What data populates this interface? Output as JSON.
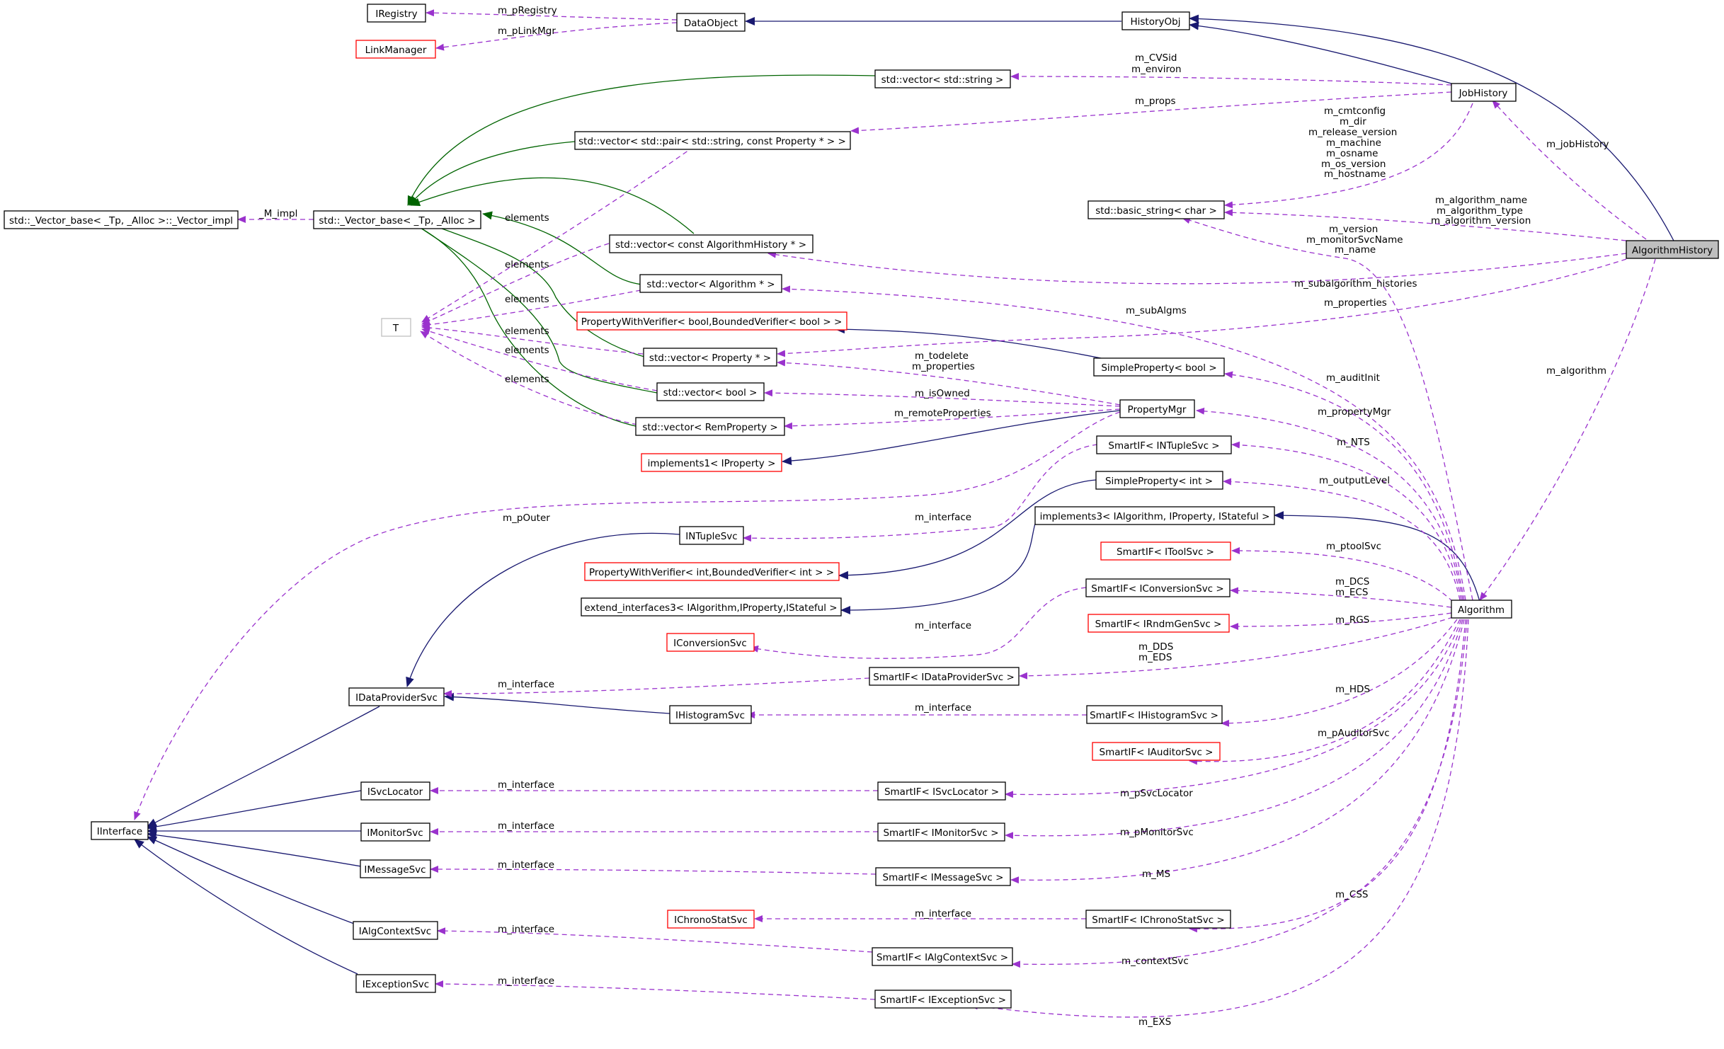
{
  "diagram": {
    "colors": {
      "inheritance": "#191970",
      "template": "#006400",
      "usage": "#9a32cd",
      "missing_class_border": "#ff0000",
      "template_param_border": "#bfbfbf",
      "focus_fill": "#bfbfbf"
    },
    "nodes": [
      {
        "id": "IRegistry",
        "label": "IRegistry"
      },
      {
        "id": "LinkManager",
        "label": "LinkManager"
      },
      {
        "id": "DataObject",
        "label": "DataObject"
      },
      {
        "id": "HistoryObj",
        "label": "HistoryObj"
      },
      {
        "id": "VecString",
        "label": "std::vector< std::string >"
      },
      {
        "id": "JobHistory",
        "label": "JobHistory"
      },
      {
        "id": "VecPair",
        "label": "std::vector< std::pair< std::string, const Property * > >"
      },
      {
        "id": "BasicString",
        "label": "std::basic_string< char >"
      },
      {
        "id": "VectorImpl",
        "label": "std::_Vector_base< _Tp, _Alloc >::_Vector_impl"
      },
      {
        "id": "VectorBase",
        "label": "std::_Vector_base< _Tp, _Alloc >"
      },
      {
        "id": "VecAlgHist",
        "label": "std::vector< const AlgorithmHistory * >"
      },
      {
        "id": "AlgorithmHistory",
        "label": "AlgorithmHistory"
      },
      {
        "id": "VecAlgorithm",
        "label": "std::vector< Algorithm * >"
      },
      {
        "id": "T",
        "label": "T"
      },
      {
        "id": "PWVBool",
        "label": "PropertyWithVerifier< bool,BoundedVerifier< bool > >"
      },
      {
        "id": "VecProperty",
        "label": "std::vector< Property * >"
      },
      {
        "id": "SimplePropBool",
        "label": "SimpleProperty< bool >"
      },
      {
        "id": "VecBool",
        "label": "std::vector< bool >"
      },
      {
        "id": "PropertyMgr",
        "label": "PropertyMgr"
      },
      {
        "id": "VecRemProp",
        "label": "std::vector< RemProperty >"
      },
      {
        "id": "Impl1",
        "label": "implements1< IProperty >"
      },
      {
        "id": "SmartNTuple",
        "label": "SmartIF< INTupleSvc >"
      },
      {
        "id": "SimplePropInt",
        "label": "SimpleProperty< int >"
      },
      {
        "id": "Impl3",
        "label": "implements3< IAlgorithm, IProperty, IStateful >"
      },
      {
        "id": "INTupleSvc",
        "label": "INTupleSvc"
      },
      {
        "id": "PWVInt",
        "label": "PropertyWithVerifier< int,BoundedVerifier< int > >"
      },
      {
        "id": "SmartTool",
        "label": "SmartIF< IToolSvc >"
      },
      {
        "id": "ExtendIf3",
        "label": "extend_interfaces3< IAlgorithm,IProperty,IStateful >"
      },
      {
        "id": "SmartConv",
        "label": "SmartIF< IConversionSvc >"
      },
      {
        "id": "Algorithm",
        "label": "Algorithm"
      },
      {
        "id": "IConversionSvc",
        "label": "IConversionSvc"
      },
      {
        "id": "SmartRndm",
        "label": "SmartIF< IRndmGenSvc >"
      },
      {
        "id": "SmartDataProv",
        "label": "SmartIF< IDataProviderSvc >"
      },
      {
        "id": "IDataProviderSvc",
        "label": "IDataProviderSvc"
      },
      {
        "id": "IHistogramSvc",
        "label": "IHistogramSvc"
      },
      {
        "id": "SmartHist",
        "label": "SmartIF< IHistogramSvc >"
      },
      {
        "id": "SmartAuditor",
        "label": "SmartIF< IAuditorSvc >"
      },
      {
        "id": "ISvcLocator",
        "label": "ISvcLocator"
      },
      {
        "id": "SmartSvcLoc",
        "label": "SmartIF< ISvcLocator >"
      },
      {
        "id": "IInterface",
        "label": "IInterface"
      },
      {
        "id": "IMonitorSvc",
        "label": "IMonitorSvc"
      },
      {
        "id": "SmartMonitor",
        "label": "SmartIF< IMonitorSvc >"
      },
      {
        "id": "IMessageSvc",
        "label": "IMessageSvc"
      },
      {
        "id": "SmartMessage",
        "label": "SmartIF< IMessageSvc >"
      },
      {
        "id": "IChronoStatSvc",
        "label": "IChronoStatSvc"
      },
      {
        "id": "SmartChrono",
        "label": "SmartIF< IChronoStatSvc >"
      },
      {
        "id": "IAlgContextSvc",
        "label": "IAlgContextSvc"
      },
      {
        "id": "SmartAlgCtx",
        "label": "SmartIF< IAlgContextSvc >"
      },
      {
        "id": "IExceptionSvc",
        "label": "IExceptionSvc"
      },
      {
        "id": "SmartExc",
        "label": "SmartIF< IExceptionSvc >"
      }
    ],
    "edge_labels": {
      "m_pRegistry": "m_pRegistry",
      "m_pLinkMgr": "m_pLinkMgr",
      "m_CVSid": "m_CVSid",
      "m_environ": "m_environ",
      "m_props": "m_props",
      "m_cmtconfig": "m_cmtconfig",
      "m_dir": "m_dir",
      "m_release_version": "m_release_version",
      "m_machine": "m_machine",
      "m_osname": "m_osname",
      "m_os_version": "m_os_version",
      "m_hostname": "m_hostname",
      "m_jobHistory": "m_jobHistory",
      "m_algorithm_name": "m_algorithm_name",
      "m_algorithm_type": "m_algorithm_type",
      "m_algorithm_version": "m_algorithm_version",
      "m_version": "m_version",
      "m_monitorSvcName": "m_monitorSvcName",
      "m_name": "m_name",
      "M_impl": "_M_impl",
      "elements_1": "elements",
      "elements_2": "elements",
      "elements_3": "elements",
      "elements_4": "elements",
      "elements_5": "elements",
      "elements_6": "elements",
      "m_subalgorithm_histories": "m_subalgorithm_histories",
      "m_properties_ah": "m_properties",
      "m_subAlgms": "m_subAlgms",
      "m_algorithm": "m_algorithm",
      "m_todelete": "m_todelete",
      "m_properties_pm": "m_properties",
      "m_isOwned": "m_isOwned",
      "m_remoteProperties": "m_remoteProperties",
      "m_auditInit": "m_auditInit",
      "m_propertyMgr": "m_propertyMgr",
      "m_NTS": "m_NTS",
      "m_outputLevel": "m_outputLevel",
      "m_pOuter": "m_pOuter",
      "m_interface_ntuple": "m_interface",
      "m_ptoolSvc": "m_ptoolSvc",
      "m_DCS": "m_DCS",
      "m_ECS": "m_ECS",
      "m_RGS": "m_RGS",
      "m_interface_conv": "m_interface",
      "m_DDS": "m_DDS",
      "m_EDS": "m_EDS",
      "m_interface_dp": "m_interface",
      "m_HDS": "m_HDS",
      "m_interface_hist": "m_interface",
      "m_pAuditorSvc": "m_pAuditorSvc",
      "m_interface_svcloc": "m_interface",
      "m_pSvcLocator": "m_pSvcLocator",
      "m_interface_mon": "m_interface",
      "m_pMonitorSvc": "m_pMonitorSvc",
      "m_interface_msg": "m_interface",
      "m_MS": "m_MS",
      "m_CSS": "m_CSS",
      "m_interface_chrono": "m_interface",
      "m_interface_algctx": "m_interface",
      "m_contextSvc": "m_contextSvc",
      "m_interface_exc": "m_interface",
      "m_EXS": "m_EXS"
    }
  }
}
